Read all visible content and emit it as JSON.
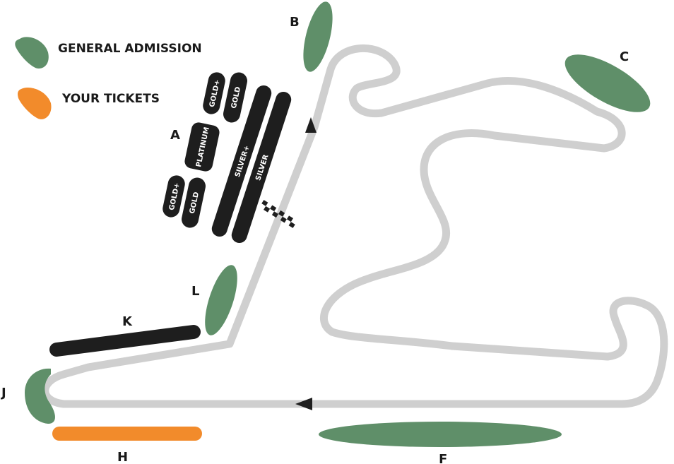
{
  "colors": {
    "track": "#cfcfcf",
    "general_admission": "#5f8f69",
    "your_tickets": "#f28b2b",
    "grandstand": "#1e1e1e",
    "text": "#1a1a1a"
  },
  "legend": {
    "general_admission": "GENERAL ADMISSION",
    "your_tickets": "YOUR TICKETS"
  },
  "zones": {
    "A": "A",
    "B": "B",
    "C": "C",
    "F": "F",
    "H": "H",
    "J": "J",
    "K": "K",
    "L": "L"
  },
  "grandstands": {
    "gold_plus_top": "GOLD+",
    "gold_top": "GOLD",
    "platinum": "PLATINUM",
    "gold_plus_bottom": "GOLD+",
    "gold_bottom": "GOLD",
    "silver_plus": "SILVER+",
    "silver": "SILVER"
  },
  "icons": {
    "start_finish": "checkered-flag-icon",
    "direction_up": "arrow-up-icon",
    "direction_left": "arrow-left-icon"
  }
}
